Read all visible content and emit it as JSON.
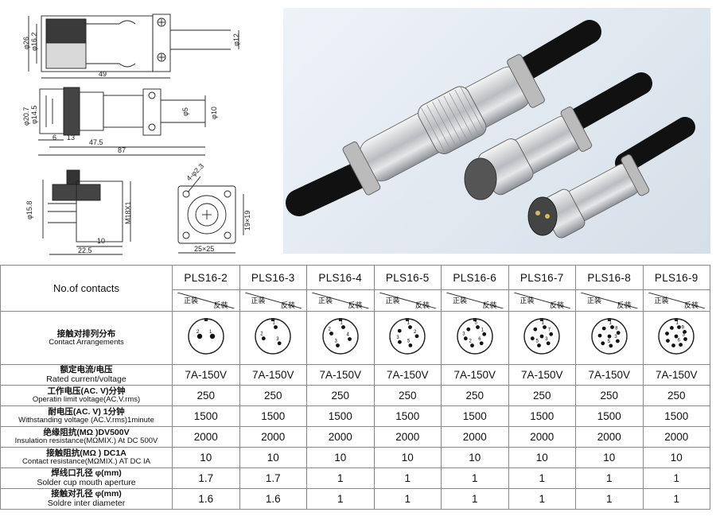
{
  "drawings": {
    "top": {
      "d26": "φ26",
      "d16_2": "φ16.2",
      "d12": "φ12",
      "len49": "49"
    },
    "mid": {
      "d20_7": "φ20.7",
      "d14_5": "φ14.5",
      "d5": "φ5",
      "d10": "φ10",
      "six": "6",
      "thirteen": "13",
      "len47_5": "47.5",
      "len87": "87"
    },
    "bottom": {
      "d15_8": "φ15.8",
      "m18": "M18X1",
      "ten": "10",
      "len22_5": "22.5"
    },
    "flange": {
      "hole": "4-φ2.3",
      "pitch": "19×19",
      "size": "25×25"
    }
  },
  "photo": {
    "description_icon": "connector-product-photo"
  },
  "table": {
    "header_label": "No.of contacts",
    "models": [
      "PLS16-2",
      "PLS16-3",
      "PLS16-4",
      "PLS16-5",
      "PLS16-6",
      "PLS16-7",
      "PLS16-8",
      "PLS16-9"
    ],
    "mount_normal": "正装",
    "mount_reverse": "反装",
    "arrangement_label_zh": "接触对排列分布",
    "arrangement_label_en": "Contact Arrangements",
    "rows": [
      {
        "zh": "额定电流/电压",
        "en": "Rated current/voltage",
        "small": false,
        "values": [
          "7A-150V",
          "7A-150V",
          "7A-150V",
          "7A-150V",
          "7A-150V",
          "7A-150V",
          "7A-150V",
          "7A-150V"
        ]
      },
      {
        "zh": "工作电压(AC. V)分钟",
        "en": "Operatin limit voltage(AC.V.rms)",
        "small": true,
        "values": [
          "250",
          "250",
          "250",
          "250",
          "250",
          "250",
          "250",
          "250"
        ]
      },
      {
        "zh": "耐电压(AC. V) 1分钟",
        "en": "Withstanding voltage (AC.V.rms)1minute",
        "small": true,
        "values": [
          "1500",
          "1500",
          "1500",
          "1500",
          "1500",
          "1500",
          "1500",
          "1500"
        ]
      },
      {
        "zh": "绝缘阻抗(MΩ )DV500V",
        "en": "Insulation resistance(MΩMIX.) At DC 500V",
        "small": true,
        "values": [
          "2000",
          "2000",
          "2000",
          "2000",
          "2000",
          "2000",
          "2000",
          "2000"
        ]
      },
      {
        "zh": "接触阻抗(MΩ ) DC1A",
        "en": "Contact resistance(MΩMIX.) AT DC IA",
        "small": true,
        "values": [
          "10",
          "10",
          "10",
          "10",
          "10",
          "10",
          "10",
          "10"
        ]
      },
      {
        "zh": "焊线口孔径 φ(mm)",
        "en": "Solder cup mouth aperture",
        "small": false,
        "values": [
          "1.7",
          "1.7",
          "1",
          "1",
          "1",
          "1",
          "1",
          "1"
        ]
      },
      {
        "zh": "接触对孔径 φ(mm)",
        "en": "Soldre inter diameter",
        "small": false,
        "values": [
          "1.6",
          "1.6",
          "1",
          "1",
          "1",
          "1",
          "1",
          "1"
        ]
      }
    ],
    "pin_labels": {
      "PLS16-2": [
        "2",
        "1"
      ],
      "PLS16-3": [
        "1",
        "3",
        "2"
      ],
      "PLS16-4": [
        "1",
        "4",
        "3",
        "2"
      ],
      "PLS16-5": [
        "1",
        "2",
        "5",
        "3"
      ],
      "PLS16-6": [
        "5",
        "1",
        "6",
        "2",
        "3"
      ],
      "PLS16-7": [
        "1",
        "7",
        "3",
        "5"
      ],
      "PLS16-8": [
        "1",
        "8",
        "3",
        "5"
      ],
      "PLS16-9": [
        "1",
        "9",
        "3",
        "6"
      ]
    }
  }
}
